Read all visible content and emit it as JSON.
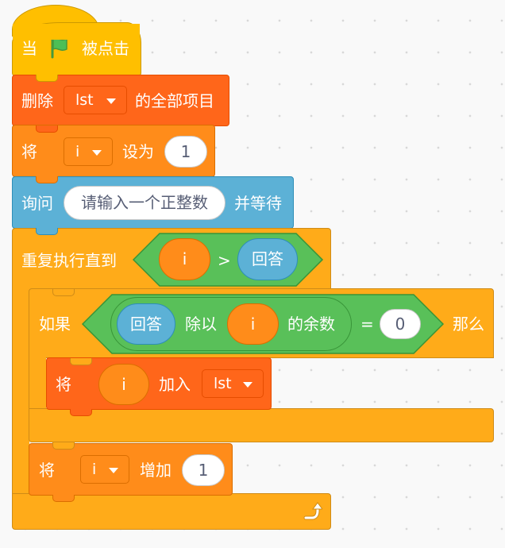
{
  "script": {
    "when_flag": {
      "prefix": "当",
      "flag_icon": "green-flag-icon",
      "suffix": "被点击"
    },
    "delete_all": {
      "prefix": "删除",
      "list": "lst",
      "suffix": "的全部项目"
    },
    "set_var": {
      "prefix": "将",
      "variable": "i",
      "middle": "设为",
      "value": "1"
    },
    "ask": {
      "prefix": "询问",
      "question": "请输入一个正整数",
      "suffix": "并等待"
    },
    "repeat_until": {
      "label": "重复执行直到",
      "condition": {
        "left": "i",
        "op": ">",
        "right": "回答"
      },
      "loop_icon": "loop-arrow-icon"
    },
    "if_block": {
      "prefix": "如果",
      "suffix": "那么",
      "condition": {
        "mod_left": "回答",
        "mod_word": "除以",
        "mod_right": "i",
        "mod_suffix": "的余数",
        "op": "=",
        "value": "0"
      }
    },
    "add_to_list": {
      "prefix": "将",
      "item": "i",
      "middle": "加入",
      "list": "lst"
    },
    "change_var": {
      "prefix": "将",
      "variable": "i",
      "middle": "增加",
      "value": "1"
    }
  },
  "colors": {
    "events": "#ffbf00",
    "lists": "#ff661a",
    "variables": "#ff8c1a",
    "sensing": "#5cb1d6",
    "control": "#ffab19",
    "operators": "#59c059",
    "flag": "#4cbf56"
  }
}
